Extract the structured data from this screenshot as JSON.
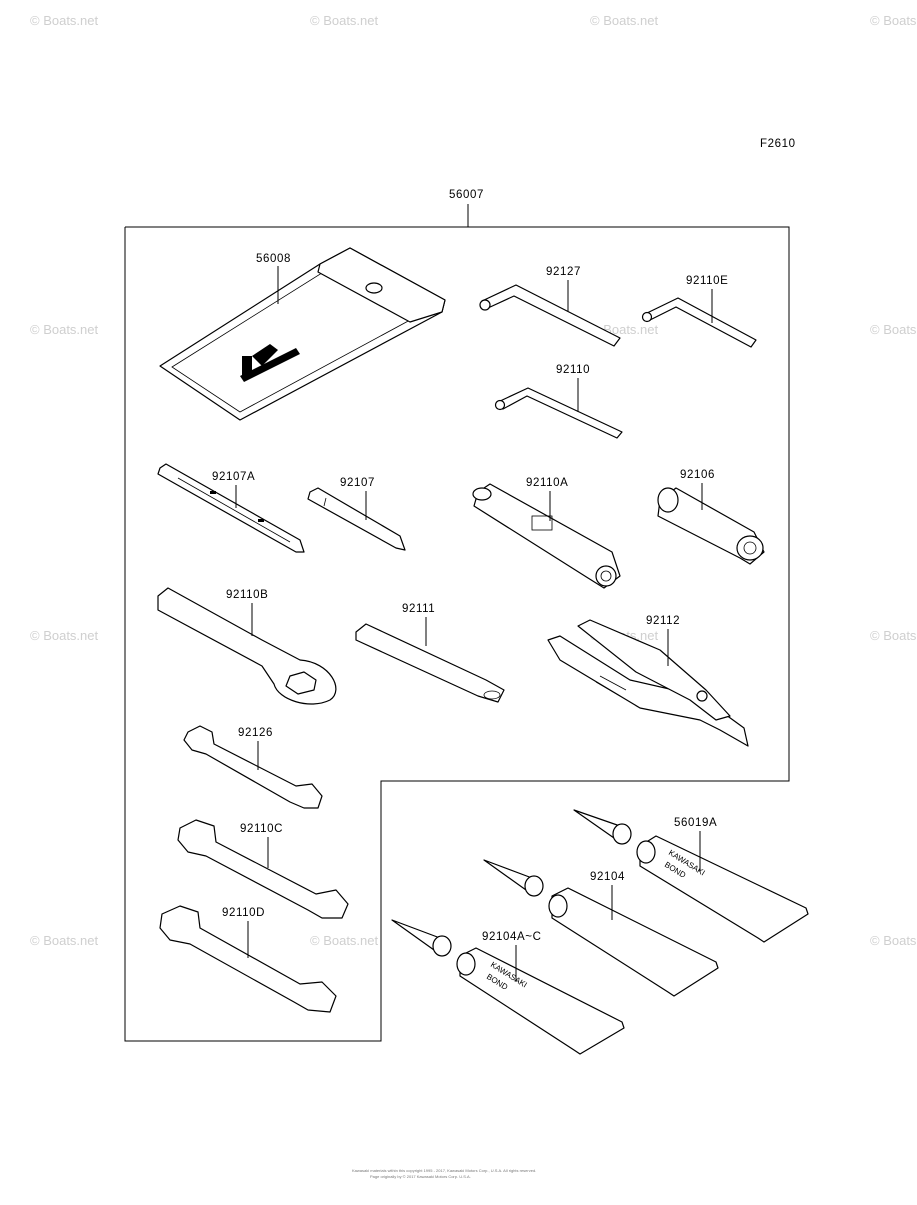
{
  "figure_code": "F2610",
  "watermark_text": "© Boats.net",
  "kit": {
    "part_number": "56007"
  },
  "parts": {
    "pouch": "56008",
    "hex_wrench_large": "92127",
    "hex_wrench_e": "92110E",
    "hex_wrench": "92110",
    "screwdriver_bit_a": "92107A",
    "screwdriver_bit": "92107",
    "socket_wrench_a": "92110A",
    "socket_106": "92106",
    "box_wrench_b": "92110B",
    "handle_bar": "92111",
    "pliers": "92112",
    "wrench_126": "92126",
    "wrench_c": "92110C",
    "wrench_d": "92110D",
    "bond_a": "56019A",
    "bond_104": "92104",
    "bond_104ac": "92104A~C"
  },
  "tube_text": {
    "line1": "KAWASAKI",
    "line2": "BOND"
  },
  "pouch_logo": "Kawasaki",
  "footer": {
    "line1": "Kawasaki materials within this copyright 1995 - 2017, Kawasaki Motors Corp., U.S.A. All rights reserved.",
    "line2": "Page originally by © 2017 Kawasaki Motors Corp. U.S.A."
  }
}
